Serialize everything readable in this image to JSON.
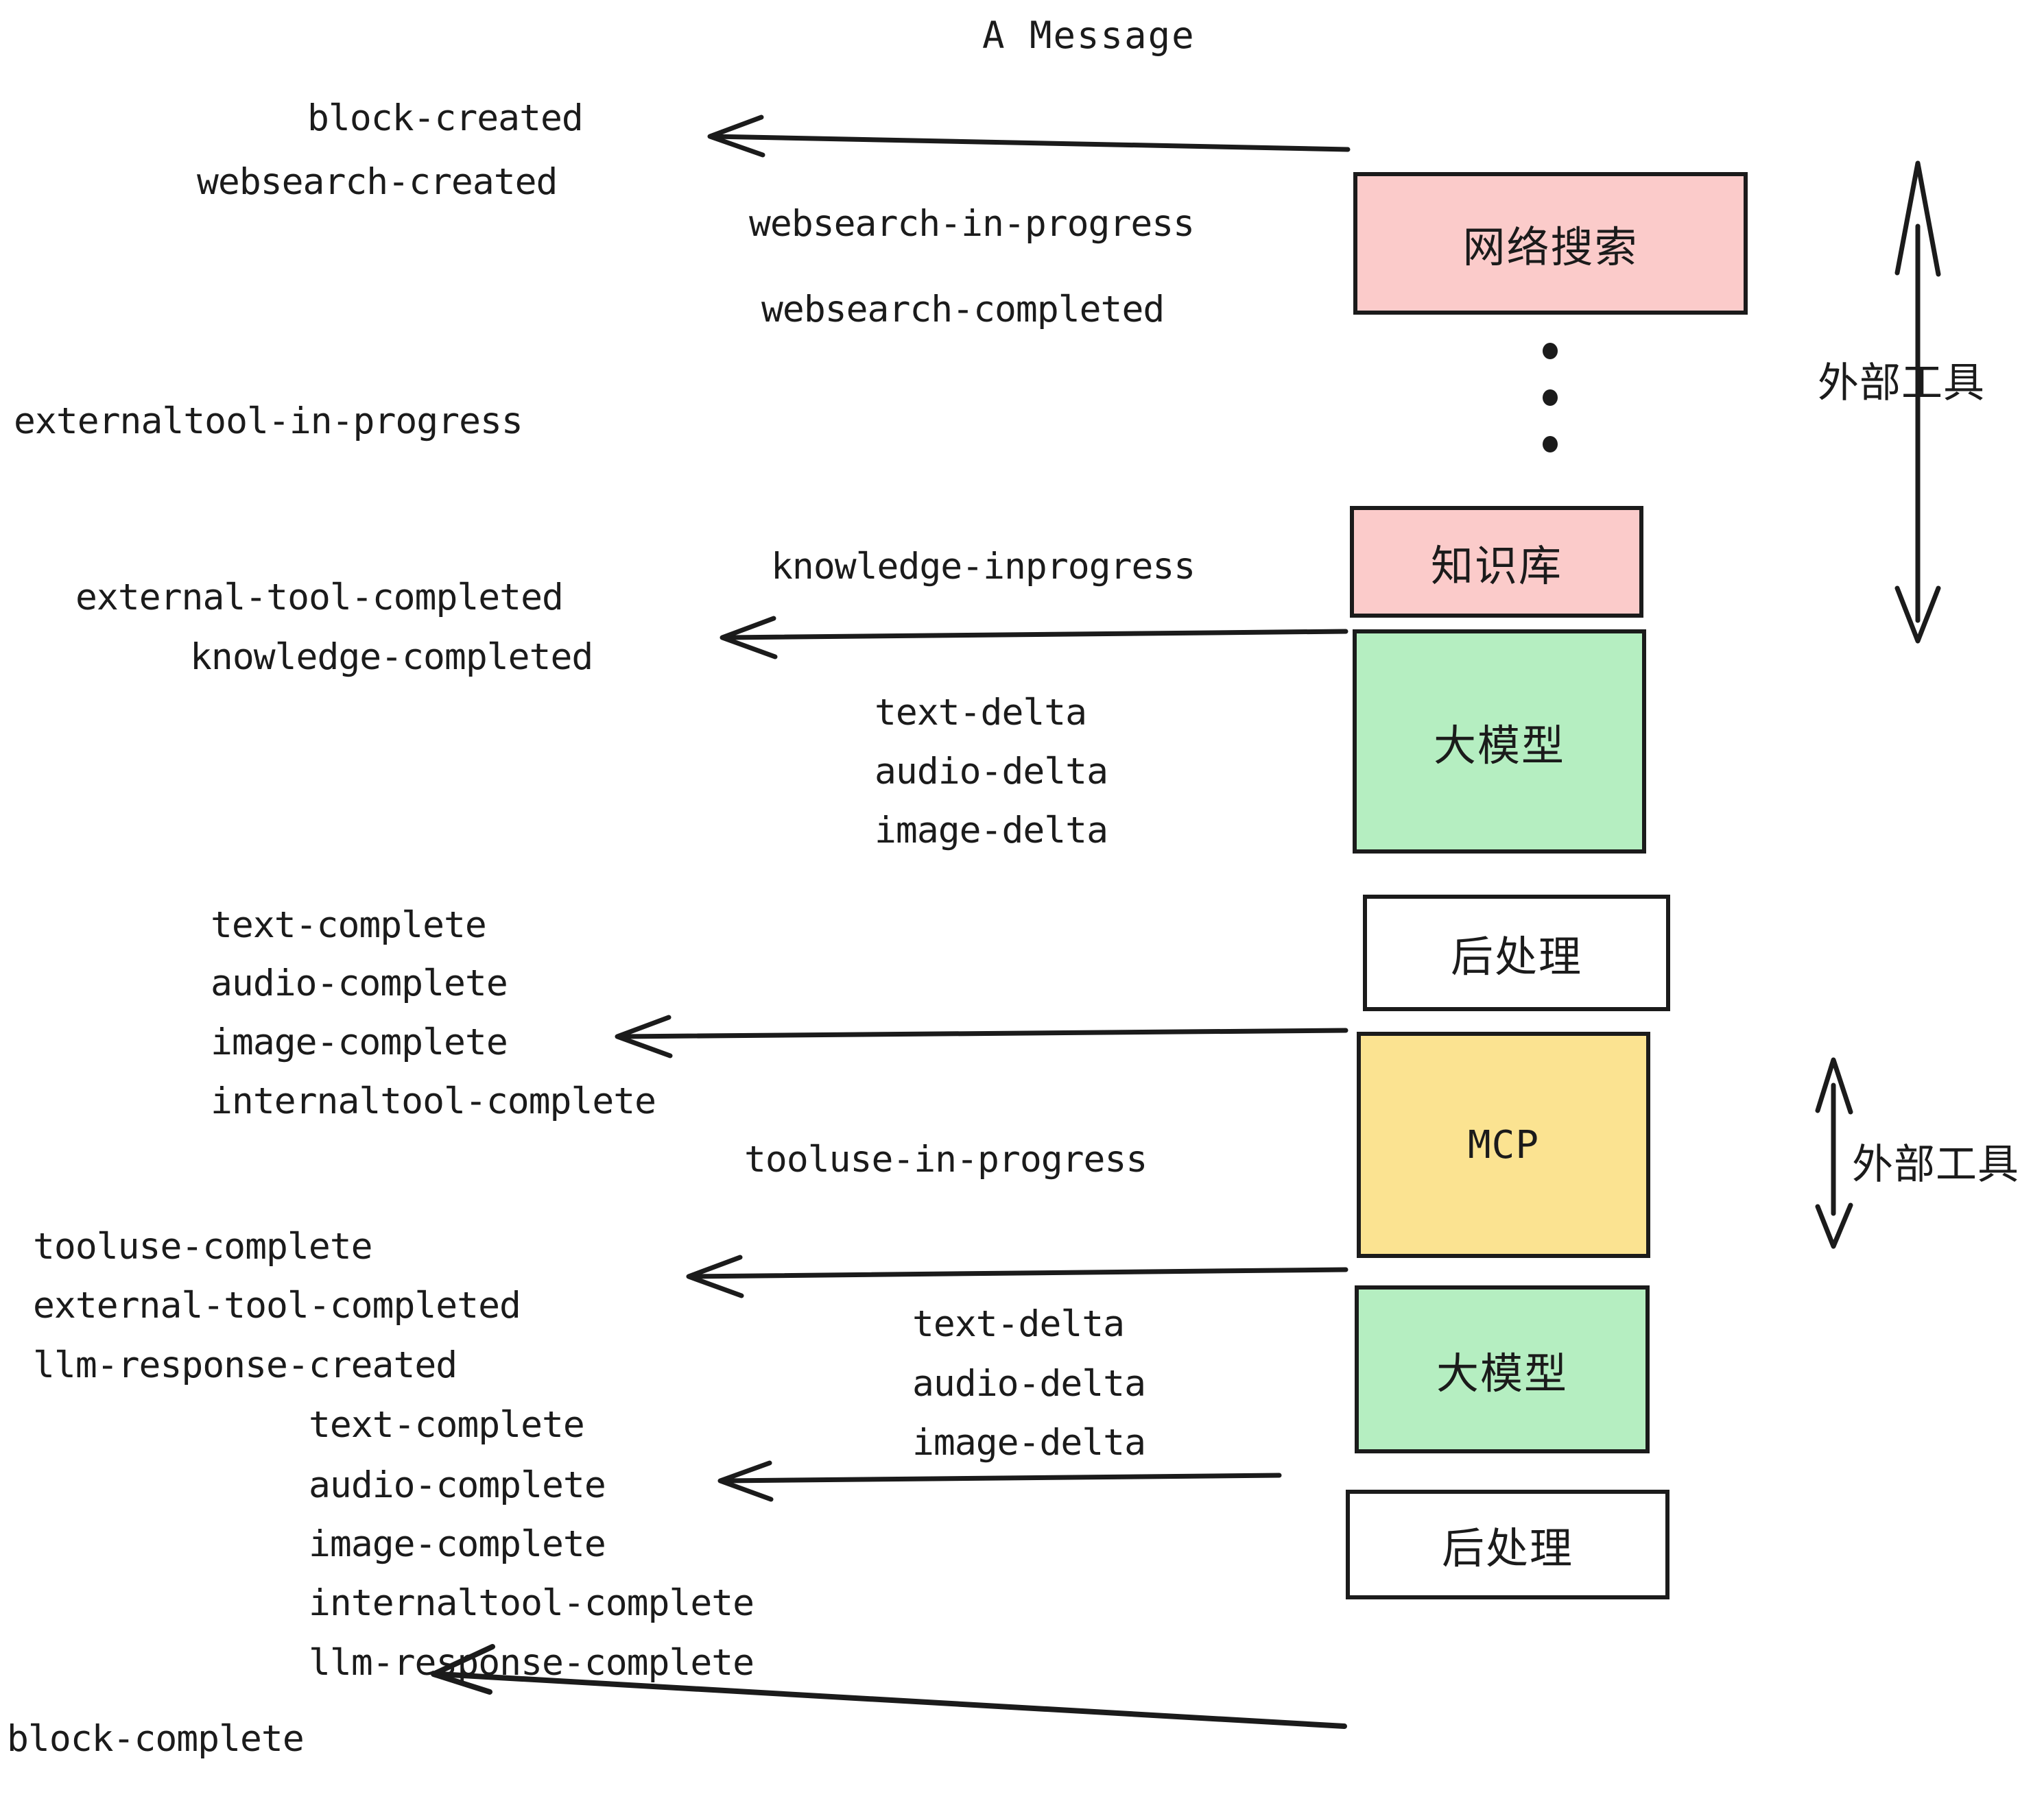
{
  "title": "A Message",
  "diagram": {
    "type": "sequence-flow",
    "colors": {
      "external_tool_fill": "#fbcbca",
      "llm_fill": "#b5eec1",
      "mcp_fill": "#fbe391",
      "postprocess_fill": "#ffffff",
      "stroke": "#1b1b1b",
      "background": "#ffffff"
    },
    "boxes": [
      {
        "id": "websearch",
        "label": "网络搜索",
        "fill": "#fbcbca",
        "kind": "external-tool"
      },
      {
        "id": "knowledge",
        "label": "知识库",
        "fill": "#fbcbca",
        "kind": "external-tool"
      },
      {
        "id": "llm-1",
        "label": "大模型",
        "fill": "#b5eec1",
        "kind": "llm"
      },
      {
        "id": "postprocess-1",
        "label": "后处理",
        "fill": "#ffffff",
        "kind": "postprocess"
      },
      {
        "id": "mcp",
        "label": "MCP",
        "fill": "#fbe391",
        "kind": "external-tool"
      },
      {
        "id": "llm-2",
        "label": "大模型",
        "fill": "#b5eec1",
        "kind": "llm"
      },
      {
        "id": "postprocess-2",
        "label": "后处理",
        "fill": "#ffffff",
        "kind": "postprocess"
      }
    ],
    "side_annotations": [
      {
        "id": "external-tool-top",
        "label": "外部工具"
      },
      {
        "id": "external-tool-bottom",
        "label": "外部工具"
      }
    ],
    "ellipsis": "⋮",
    "events": {
      "group_1": [
        "block-created",
        "websearch-created"
      ],
      "group_2": [
        "websearch-in-progress",
        "websearch-completed"
      ],
      "group_3": [
        "externaltool-in-progress"
      ],
      "group_4": [
        "knowledge-inprogress"
      ],
      "group_5": [
        "external-tool-completed",
        "knowledge-completed"
      ],
      "group_6": [
        "text-delta",
        "audio-delta",
        "image-delta"
      ],
      "group_7": [
        "text-complete",
        "audio-complete",
        "image-complete",
        "internaltool-complete"
      ],
      "group_8": [
        "tooluse-in-progress"
      ],
      "group_9": [
        "tooluse-complete",
        "external-tool-completed",
        "llm-response-created"
      ],
      "group_10": [
        "text-delta",
        "audio-delta",
        "image-delta"
      ],
      "group_11": [
        "text-complete",
        "audio-complete",
        "image-complete",
        "internaltool-complete",
        "llm-response-complete"
      ],
      "group_12": [
        "block-complete"
      ]
    }
  }
}
